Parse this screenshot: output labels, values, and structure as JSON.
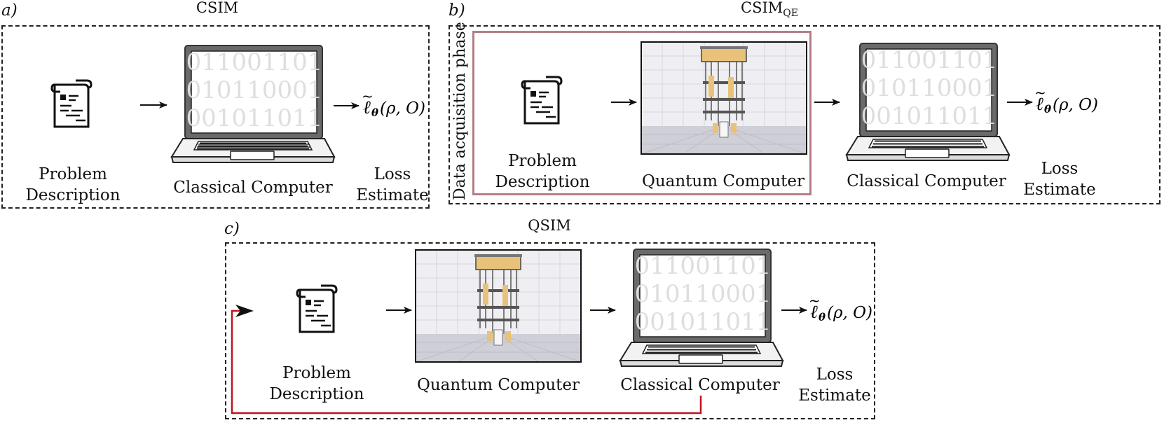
{
  "panels": {
    "a": {
      "tag": "a)",
      "title": "CSIM",
      "sub": ""
    },
    "b": {
      "tag": "b)",
      "title": "CSIM",
      "sub": "QE",
      "phase_label": "Data acquisition phase"
    },
    "c": {
      "tag": "c)",
      "title": "QSIM",
      "sub": ""
    }
  },
  "labels": {
    "problem_line1": "Problem",
    "problem_line2": "Description",
    "classical": "Classical Computer",
    "quantum": "Quantum Computer",
    "loss_line1": "Loss",
    "loss_line2": "Estimate"
  },
  "loss_formula": {
    "ell": "ℓ",
    "tilde": "~",
    "theta": "θ",
    "args": "(ρ, O)"
  },
  "binary_rows": [
    "011001101",
    "010110001",
    "001011011"
  ],
  "colors": {
    "feedback": "#c0141e",
    "phase_box": "#b57d86",
    "quantum_gold": "#e8c27a",
    "screen_border": "#5a5a5a"
  }
}
